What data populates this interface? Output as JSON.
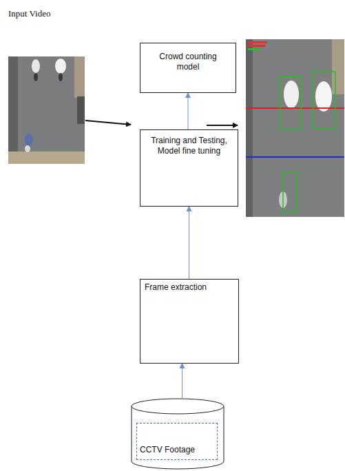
{
  "diagram": {
    "nodes": [
      {
        "text": [
          "Crowd counting model"
        ]
      },
      {
        "text": [
          "Training and Testing, Model fine tuning"
        ]
      },
      {
        "text": [
          "Frame extraction"
        ]
      },
      {
        "text": [
          "CCTV Footage"
        ]
      }
    ],
    "edges": [
      {
        "from": 1,
        "to": 0,
        "arrow": "to"
      },
      {
        "from": 2,
        "to": 1,
        "arrow": "to"
      },
      {
        "from": 3,
        "to": 2,
        "arrow": "to"
      }
    ],
    "labels": [
      "Input Video"
    ]
  }
}
